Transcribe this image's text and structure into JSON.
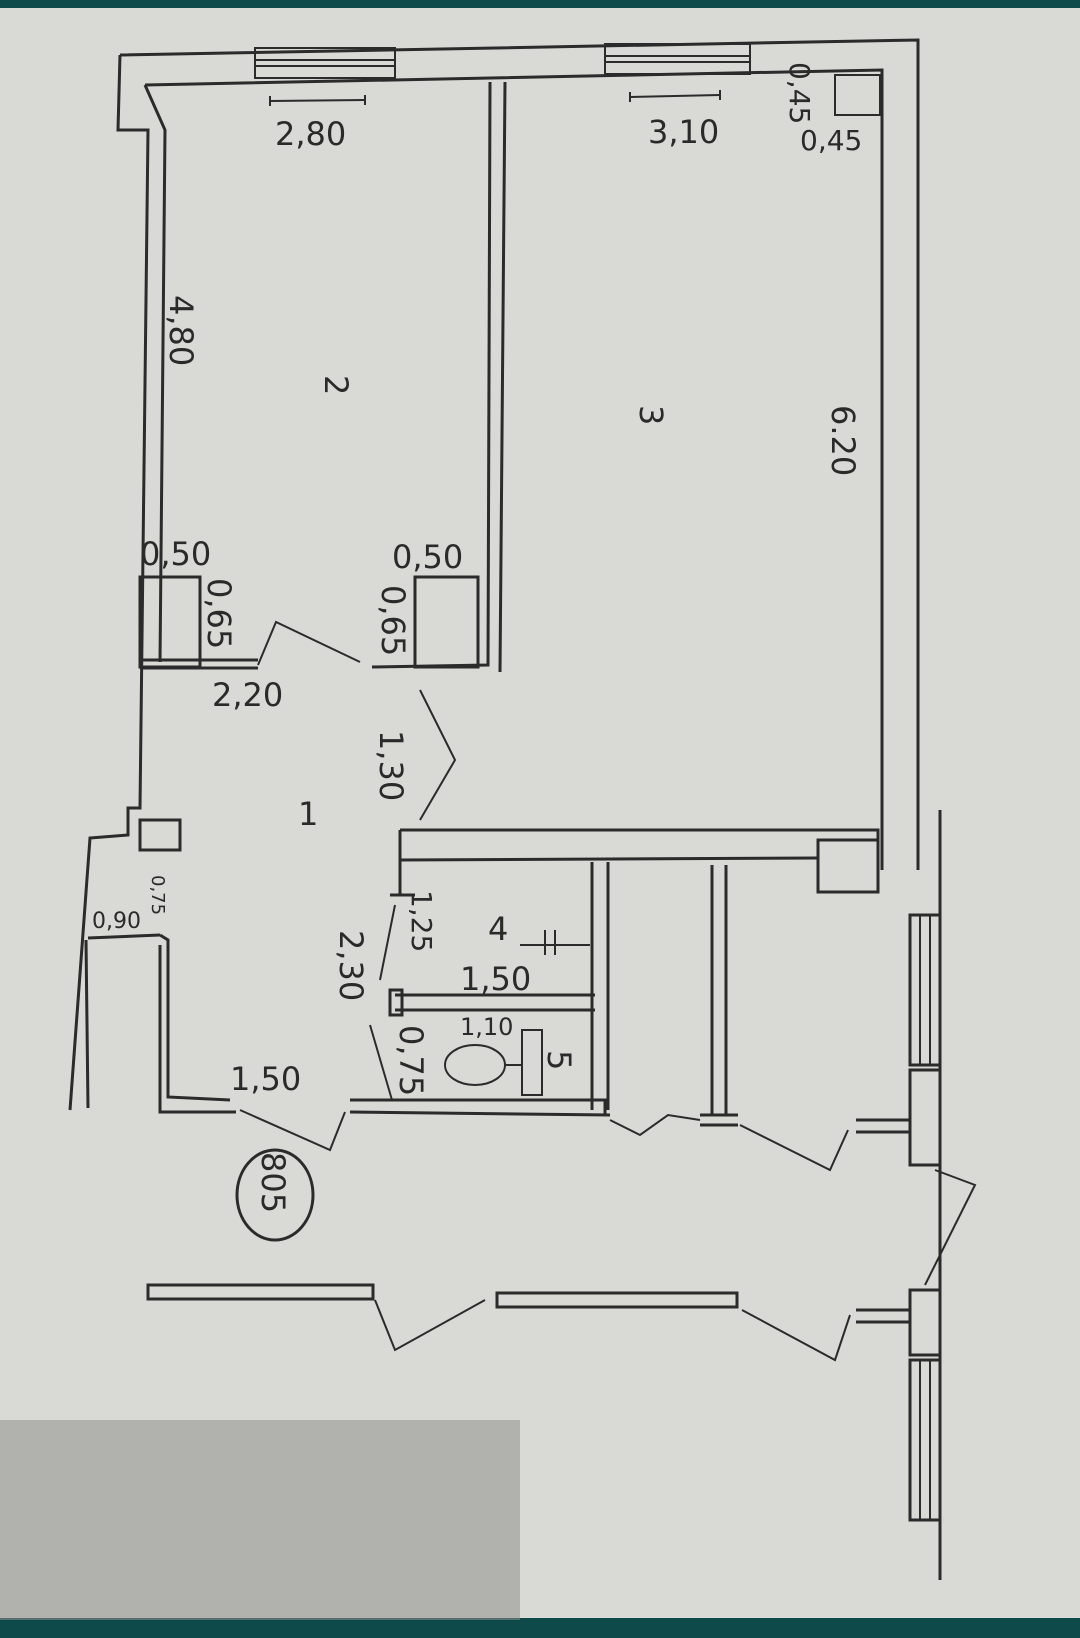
{
  "plan": {
    "colors": {
      "paper": "#d9d9d6",
      "ink": "#2b2b2b",
      "frame": "#0f4a4a"
    },
    "dims": {
      "d_280": "2,80",
      "d_310": "3,10",
      "d_045a": "0,45",
      "d_045b": "0,45",
      "d_480": "4,80",
      "d_620": "6.20",
      "d_050a": "0,50",
      "d_065a": "0,65",
      "d_050b": "0,50",
      "d_065b": "0,65",
      "d_220": "2,20",
      "d_130": "1,30",
      "d_125": "1,25",
      "d_230": "2,30",
      "d_150a": "1,50",
      "d_110": "1,10",
      "d_075a": "0,75",
      "d_090": "0,90",
      "d_075b": "0,75",
      "d_150b": "1,50"
    },
    "rooms": {
      "r1": "1",
      "r2": "2",
      "r3": "3",
      "r4": "4",
      "r5": "5"
    },
    "apartment_number": "805"
  }
}
